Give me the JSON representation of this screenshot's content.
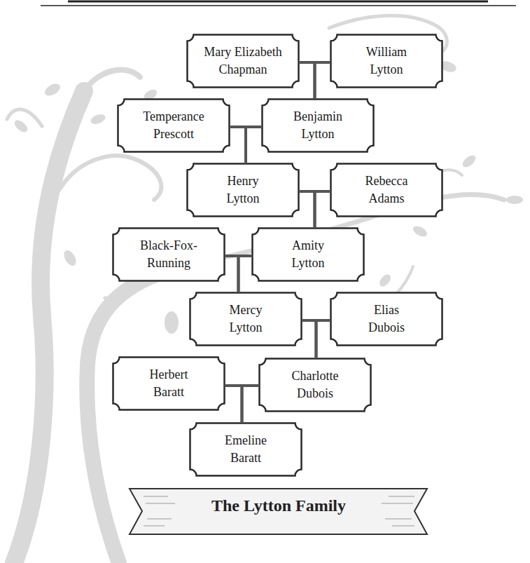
{
  "diagram": {
    "title": "The Lytton Family",
    "nodes": [
      {
        "text": [
          "Mary Elizabeth Chapman"
        ]
      },
      {
        "text": [
          "William Lytton"
        ]
      },
      {
        "text": [
          "Temperance Prescott"
        ]
      },
      {
        "text": [
          "Benjamin Lytton"
        ]
      },
      {
        "text": [
          "Henry Lytton"
        ]
      },
      {
        "text": [
          "Rebecca Adams"
        ]
      },
      {
        "text": [
          "Black-Fox-Running"
        ]
      },
      {
        "text": [
          "Amity Lytton"
        ]
      },
      {
        "text": [
          "Mercy Lytton"
        ]
      },
      {
        "text": [
          "Elias Dubois"
        ]
      },
      {
        "text": [
          "Herbert Baratt"
        ]
      },
      {
        "text": [
          "Charlotte Dubois"
        ]
      },
      {
        "text": [
          "Emeline Baratt"
        ]
      }
    ],
    "edges": [
      {
        "from": 0,
        "to": 1,
        "arrow": "none"
      },
      {
        "from": 0,
        "to": 3,
        "arrow": "none"
      },
      {
        "from": 1,
        "to": 3,
        "arrow": "none"
      },
      {
        "from": 2,
        "to": 3,
        "arrow": "none"
      },
      {
        "from": 2,
        "to": 4,
        "arrow": "none"
      },
      {
        "from": 3,
        "to": 4,
        "arrow": "none"
      },
      {
        "from": 4,
        "to": 5,
        "arrow": "none"
      },
      {
        "from": 4,
        "to": 7,
        "arrow": "none"
      },
      {
        "from": 5,
        "to": 7,
        "arrow": "none"
      },
      {
        "from": 6,
        "to": 7,
        "arrow": "none"
      },
      {
        "from": 6,
        "to": 8,
        "arrow": "none"
      },
      {
        "from": 7,
        "to": 8,
        "arrow": "none"
      },
      {
        "from": 8,
        "to": 9,
        "arrow": "none"
      },
      {
        "from": 8,
        "to": 11,
        "arrow": "none"
      },
      {
        "from": 9,
        "to": 11,
        "arrow": "none"
      },
      {
        "from": 10,
        "to": 11,
        "arrow": "none"
      },
      {
        "from": 10,
        "to": 12,
        "arrow": "none"
      },
      {
        "from": 11,
        "to": 12,
        "arrow": "none"
      }
    ]
  }
}
